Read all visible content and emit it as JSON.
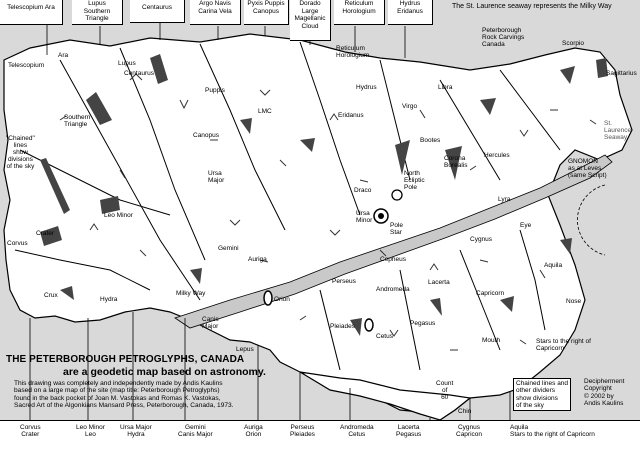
{
  "top_labels": [
    {
      "text": "Telescopium Ara"
    },
    {
      "text": "Lupus\nSouthern Triangle"
    },
    {
      "text": "Centaurus"
    },
    {
      "text": "Argo Navis\nCarina Vela"
    },
    {
      "text": "Pyxis Puppis\nCanopus"
    },
    {
      "text": "Dorado\nLarge\nMagellanic\nCloud"
    },
    {
      "text": "Reticulum\nHorologium"
    },
    {
      "text": "Hydrus\nEridanus"
    }
  ],
  "top_right_note": "The St. Laurence seaway represents the Milky Way",
  "bottom_labels": [
    {
      "text": "Corvus\nCrater"
    },
    {
      "text": "Leo Minor\nLeo"
    },
    {
      "text": "Ursa Major\nHydra"
    },
    {
      "text": "Gemini\nCanis Major"
    },
    {
      "text": "Auriga\nOrion"
    },
    {
      "text": "Perseus\nPleiades"
    },
    {
      "text": "Andromeda\nCetus"
    },
    {
      "text": "Lacerta\nPegasus"
    },
    {
      "text": "Cygnus\nCapricon"
    },
    {
      "text": "Aquila\nStars to the right of Capricorn"
    }
  ],
  "map_labels": {
    "telescopium": "Telescopium",
    "ara": "Ara",
    "lupus": "Lupus",
    "centaurus": "Centaurus",
    "southern_triangle": "Southern\nTriangle",
    "puppis": "Puppis",
    "canopus": "Canopus",
    "lmc": "LMC",
    "chained_lines": "\"Chained\"\nlines\nshow\ndivisions\nof the sky",
    "ursa_major": "Ursa\nMajor",
    "leo_minor": "Leo Minor",
    "corvus": "Corvus",
    "crater": "Crater",
    "crux": "Crux",
    "hydra": "Hydra",
    "gemini": "Gemini",
    "auriga": "Auriga",
    "orion": "Orion",
    "milky_way": "Milky Way",
    "canis_major": "Canis\nMajor",
    "lepus": "Lepus",
    "peterborough": "Peterborough\nRock Carvings\nCanada",
    "scorpio": "Scorpio",
    "sagittarius": "Sagittarius",
    "reticulum": "Reticulum\nHorologium",
    "hydrus": "Hydrus",
    "eridanus": "Eridanus",
    "virgo": "Virgo",
    "libra": "Libra",
    "bootes": "Bootes",
    "north_ecliptic_pole": "North\nEcliptic\nPole",
    "ursa_minor": "Ursa\nMinor",
    "pole_star": "Pole\nStar",
    "draco": "Draco",
    "corona_borealis": "Corona\nBorealis",
    "hercules": "Hercules",
    "cepheus": "Cepheus",
    "cygnus": "Cygnus",
    "lyra": "Lyra",
    "eye": "Eye",
    "perseus": "Perseus",
    "andromeda": "Andromeda",
    "pleiades": "Pleiades",
    "cetus": "Cetus",
    "lacerta": "Lacerta",
    "pegasus": "Pegasus",
    "capricorn": "Capricorn",
    "aquila": "Aquila",
    "nose": "Nose",
    "mouth": "Mouth",
    "chin": "Chin",
    "count_of_60": "Count\nof\n60",
    "st_lawrence": "St. Laurence\nSeaway",
    "gnomon": "GNOMON\nas at Leves\n(same Script)"
  },
  "title": "THE PETERBOROUGH PETROGLYPHS, CANADA",
  "subtitle": "are a geodetic map based on astronomy.",
  "paragraph": "This drawing was completely and independently made by Andis Kaulins\nbased on a large map of the site (map title: Peterborough Petroglyphs)\nfound in the back pocket of Joan M. Vastokas and Romas K. Vastokas,\nSacred Art of the Algonkians Mansard Press, Peterborough, Canada, 1973.",
  "stars_right_note": "Stars to the right of\nCapricorn",
  "chained_note": "Chained lines and\nother dividers\nshow divisions\nof the sky",
  "decipherment": "Decipherment\nCopyright\n© 2002 by\nAndis Kaulins",
  "colors": {
    "background": "#d9d9d9",
    "land": "#ffffff",
    "ink": "#000000",
    "glyph": "#444444"
  }
}
